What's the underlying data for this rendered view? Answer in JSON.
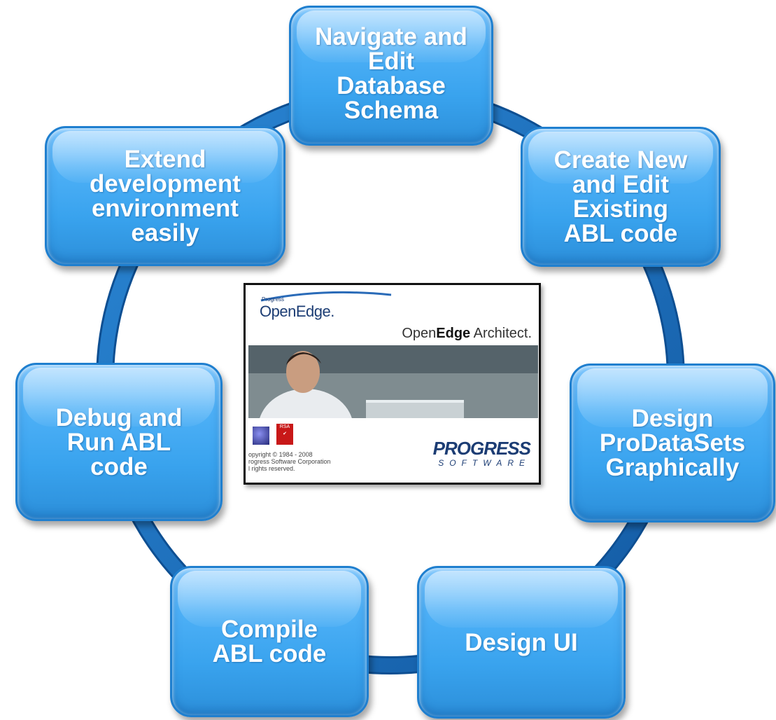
{
  "diagram": {
    "nodes": [
      {
        "id": "top",
        "label": "Navigate and\nEdit\nDatabase\nSchema"
      },
      {
        "id": "right",
        "label": "Create New\nand Edit\nExisting\nABL code"
      },
      {
        "id": "right-mid",
        "label": "Design\nProDataSets\nGraphically"
      },
      {
        "id": "bottom-right",
        "label": "Design UI"
      },
      {
        "id": "bottom-left",
        "label": "Compile\nABL code"
      },
      {
        "id": "left-mid",
        "label": "Debug and\nRun ABL\ncode"
      },
      {
        "id": "left",
        "label": "Extend\ndevelopment\nenvironment\neasily"
      }
    ],
    "colors": {
      "ring": "#1a6ebc",
      "node_fill": "#3ea6f0",
      "node_text": "#ffffff"
    }
  },
  "splash": {
    "small_logo_prefix": "Progress",
    "small_logo": "OpenEdge.",
    "product_open": "Open",
    "product_edge": "Edge",
    "product_suffix": "Architect.",
    "badge_text": "RSA",
    "copyright_lines": [
      "opyright © 1984 - 2008",
      "rogress Software Corporation",
      "l rights reserved."
    ],
    "brand_name": "PROGRESS",
    "brand_sub": "SOFTWARE"
  }
}
